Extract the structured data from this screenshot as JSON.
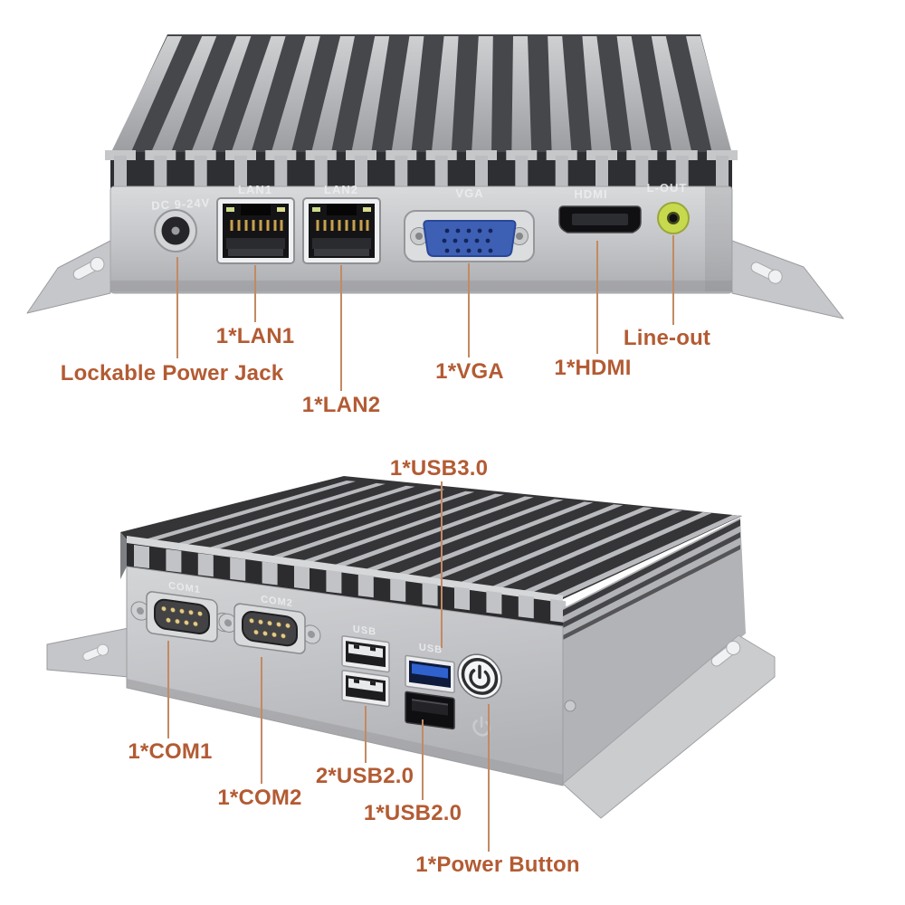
{
  "scene": {
    "background_color": "#ffffff",
    "annotation_color": "#b35b33",
    "callout_line_color": "#c28a63",
    "chassis_color": "#c6c7ca",
    "vga_blue": "#3e60b4",
    "usb3_blue": "#2f62cf",
    "audio_green": "#c7d94d"
  },
  "top_unit": {
    "description": "front I/O view of fanless mini PC",
    "panel_labels": {
      "dc": "DC 9-24V",
      "lan1": "LAN1",
      "lan2": "LAN2",
      "vga": "VGA",
      "hdmi": "HDMI",
      "lineout": "L-OUT"
    },
    "callouts": [
      {
        "id": "power-jack",
        "label": "Lockable Power Jack"
      },
      {
        "id": "lan1",
        "label": "1*LAN1"
      },
      {
        "id": "lan2",
        "label": "1*LAN2"
      },
      {
        "id": "vga",
        "label": "1*VGA"
      },
      {
        "id": "hdmi",
        "label": "1*HDMI"
      },
      {
        "id": "line-out",
        "label": "Line-out"
      }
    ]
  },
  "bottom_unit": {
    "description": "angled serial/USB side view of fanless mini PC",
    "panel_labels": {
      "com1": "COM1",
      "com2": "COM2",
      "usb_left": "USB",
      "usb_right": "USB"
    },
    "icons": {
      "power_button": "power-symbol",
      "power_print": "power-symbol"
    },
    "callouts": [
      {
        "id": "usb3",
        "label": "1*USB3.0"
      },
      {
        "id": "com1",
        "label": "1*COM1"
      },
      {
        "id": "com2",
        "label": "1*COM2"
      },
      {
        "id": "usb2-pair",
        "label": "2*USB2.0"
      },
      {
        "id": "usb2-single",
        "label": "1*USB2.0"
      },
      {
        "id": "power-button",
        "label": "1*Power Button"
      }
    ]
  }
}
